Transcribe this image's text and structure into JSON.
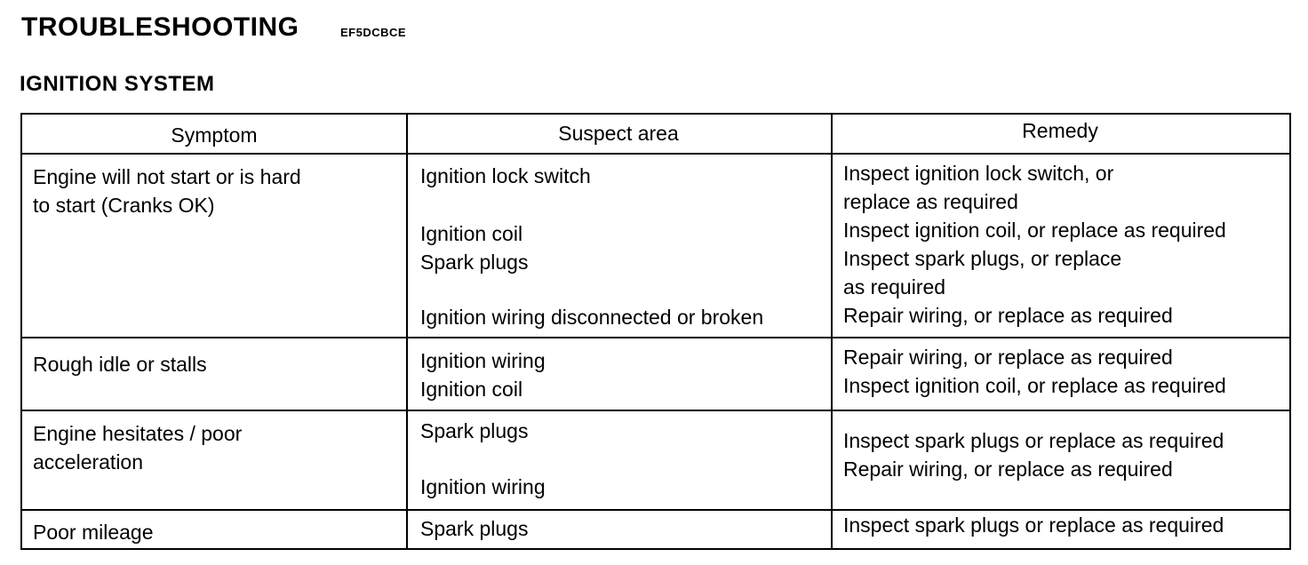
{
  "header": {
    "title": "TROUBLESHOOTING",
    "code": "EF5DCBCE",
    "section": "IGNITION SYSTEM"
  },
  "table": {
    "columns": [
      "Symptom",
      "Suspect area",
      "Remedy"
    ],
    "rows": [
      {
        "symptom": [
          "Engine will not start or is hard",
          "to start (Cranks OK)"
        ],
        "suspect": [
          "Ignition lock switch",
          "Ignition coil",
          "Spark plugs",
          "Ignition wiring disconnected or broken"
        ],
        "remedy": [
          "Inspect ignition lock switch, or",
          "replace as required",
          "Inspect ignition coil, or replace as required",
          "Inspect spark plugs, or replace",
          "as required",
          "Repair wiring, or replace as required"
        ]
      },
      {
        "symptom": [
          "Rough idle or stalls"
        ],
        "suspect": [
          "Ignition wiring",
          "Ignition coil"
        ],
        "remedy": [
          "Repair wiring, or replace as required",
          "Inspect ignition coil, or replace as required"
        ]
      },
      {
        "symptom": [
          "Engine hesitates / poor",
          "acceleration"
        ],
        "suspect": [
          "Spark plugs",
          "Ignition wiring"
        ],
        "remedy": [
          "Inspect spark plugs or replace as required",
          "Repair wiring, or replace as required"
        ]
      },
      {
        "symptom": [
          "Poor mileage"
        ],
        "suspect": [
          "Spark plugs"
        ],
        "remedy": [
          "Inspect spark plugs or replace as required"
        ]
      }
    ]
  }
}
